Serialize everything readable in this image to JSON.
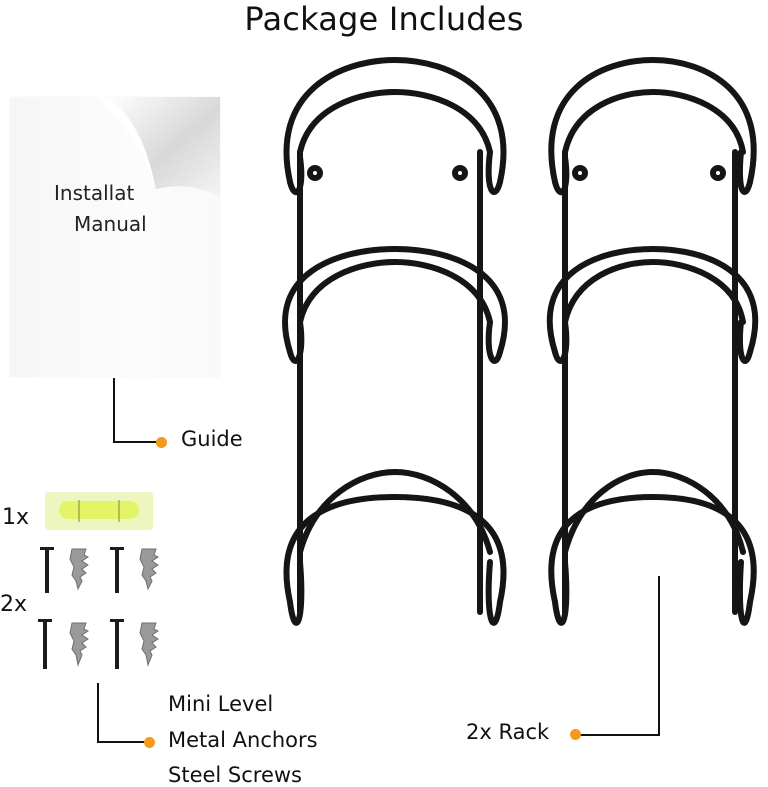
{
  "header": {
    "title": "Package Includes"
  },
  "manual": {
    "line1": "Installat",
    "line2": "Manual"
  },
  "callouts": {
    "guide": {
      "label": "Guide"
    },
    "hardware": {
      "labels": [
        "Mini Level",
        "Metal Anchors",
        "Steel Screws"
      ]
    },
    "rack": {
      "label": "2x Rack"
    }
  },
  "quantities": {
    "level": "1x",
    "screws_anchors": "2x"
  },
  "colors": {
    "accent_dot": "#f39a1e",
    "rack": "#151515",
    "level": "#e6f57a"
  },
  "icons": [
    "document-curl-icon",
    "mini-level-icon",
    "screw-icon",
    "wall-anchor-icon",
    "wall-rack-icon"
  ]
}
